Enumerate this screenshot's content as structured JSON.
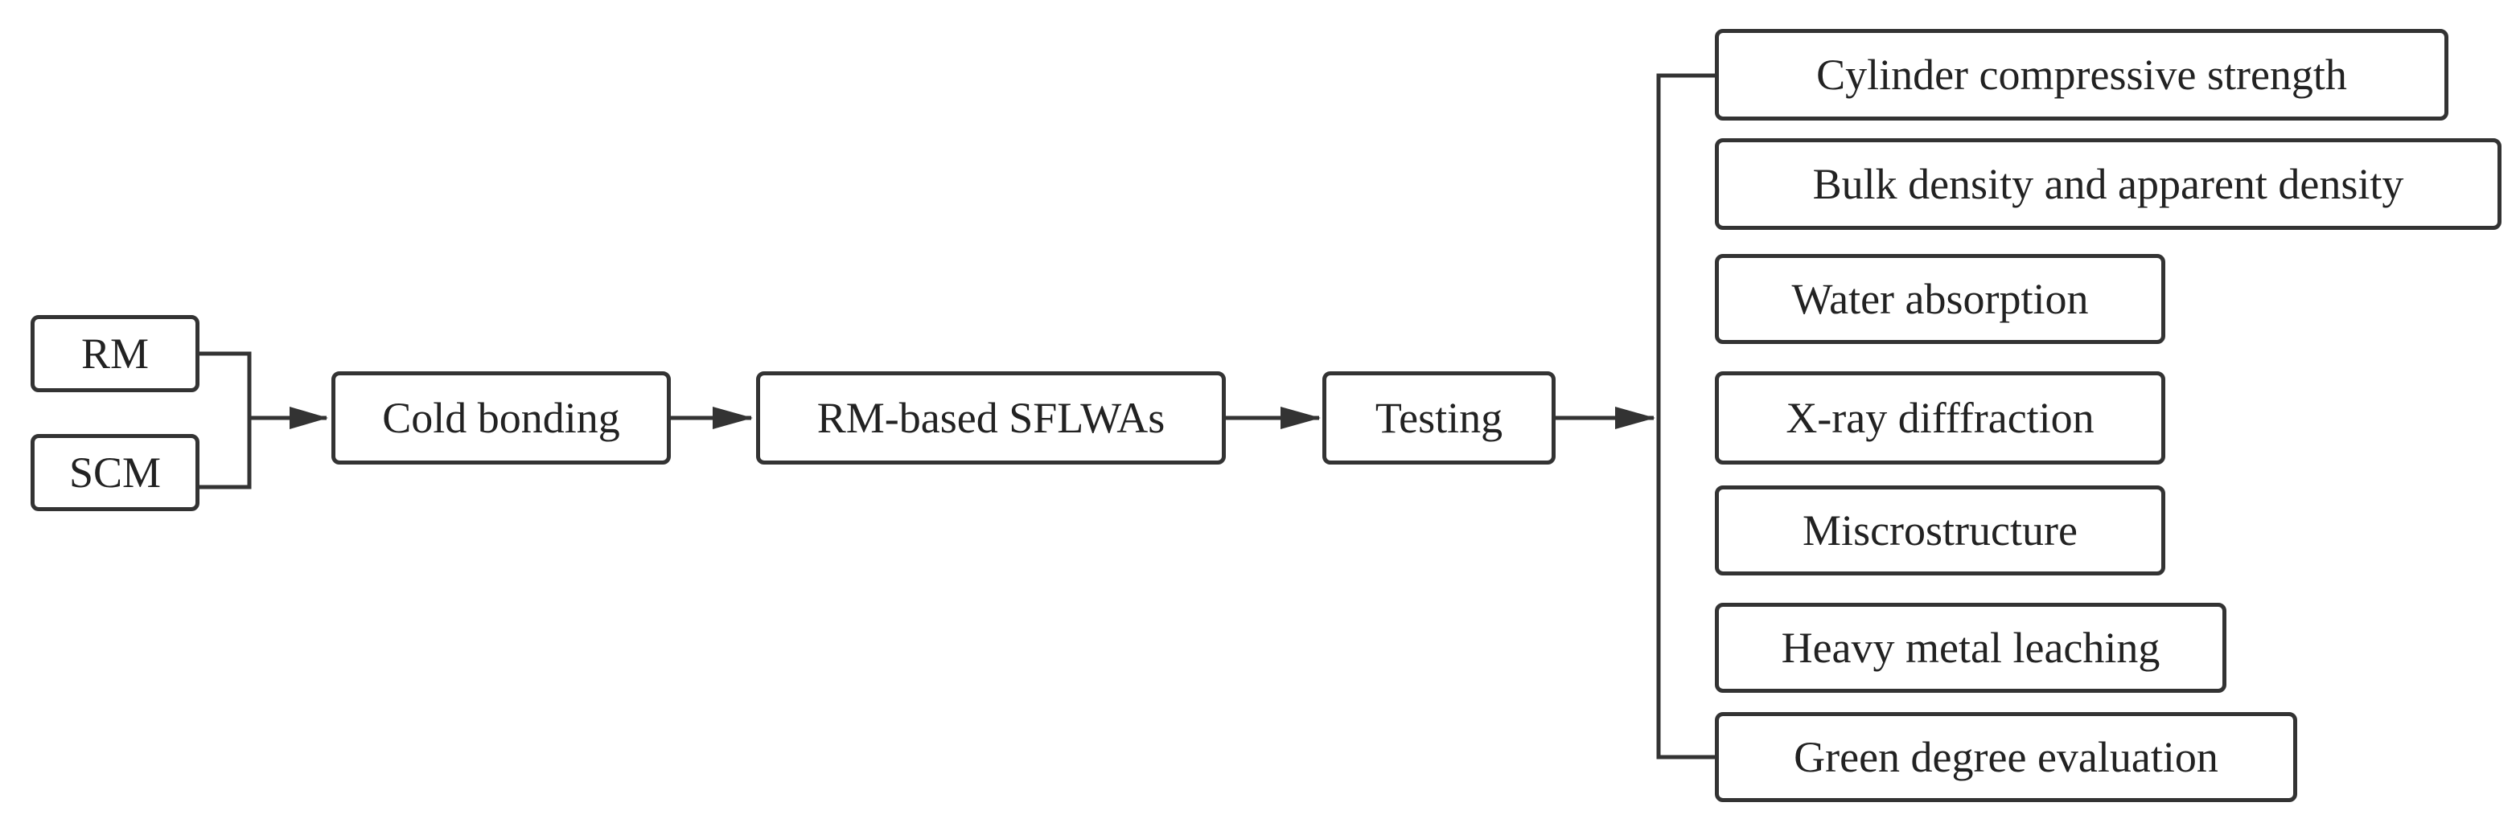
{
  "diagram": {
    "inputs": [
      "RM",
      "SCM"
    ],
    "process": "Cold bonding",
    "product": "RM-based SFLWAs",
    "testing": "Testing",
    "tests": [
      "Cylinder compressive strength",
      "Bulk density and apparent density",
      "Water absorption",
      "X-ray difffraction",
      "Miscrostructure",
      "Heavy metal leaching",
      "Green degree evaluation"
    ]
  },
  "colors": {
    "stroke": "#333333",
    "text": "#222222",
    "background": "#ffffff"
  }
}
